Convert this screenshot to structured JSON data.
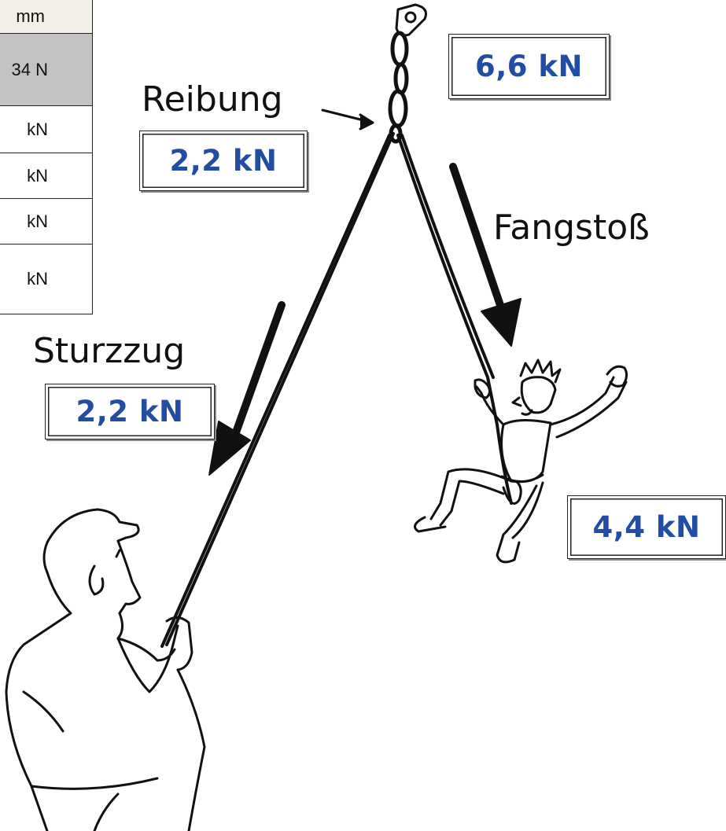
{
  "table": {
    "rows": [
      "mm",
      "34 N",
      "kN",
      "kN",
      "kN",
      "kN"
    ]
  },
  "labels": {
    "friction": "Reibung",
    "impact_force": "Fangstoß",
    "fall_pull": "Sturzzug"
  },
  "values": {
    "anchor": "6,6 kN",
    "friction": "2,2 kN",
    "fall_pull": "2,2 kN",
    "impact_force": "4,4 kN"
  },
  "colors": {
    "value_text": "#214ea3",
    "line": "#111111",
    "table_header_bg": "#f1efe6",
    "table_highlight_bg": "#c3c3c3"
  }
}
